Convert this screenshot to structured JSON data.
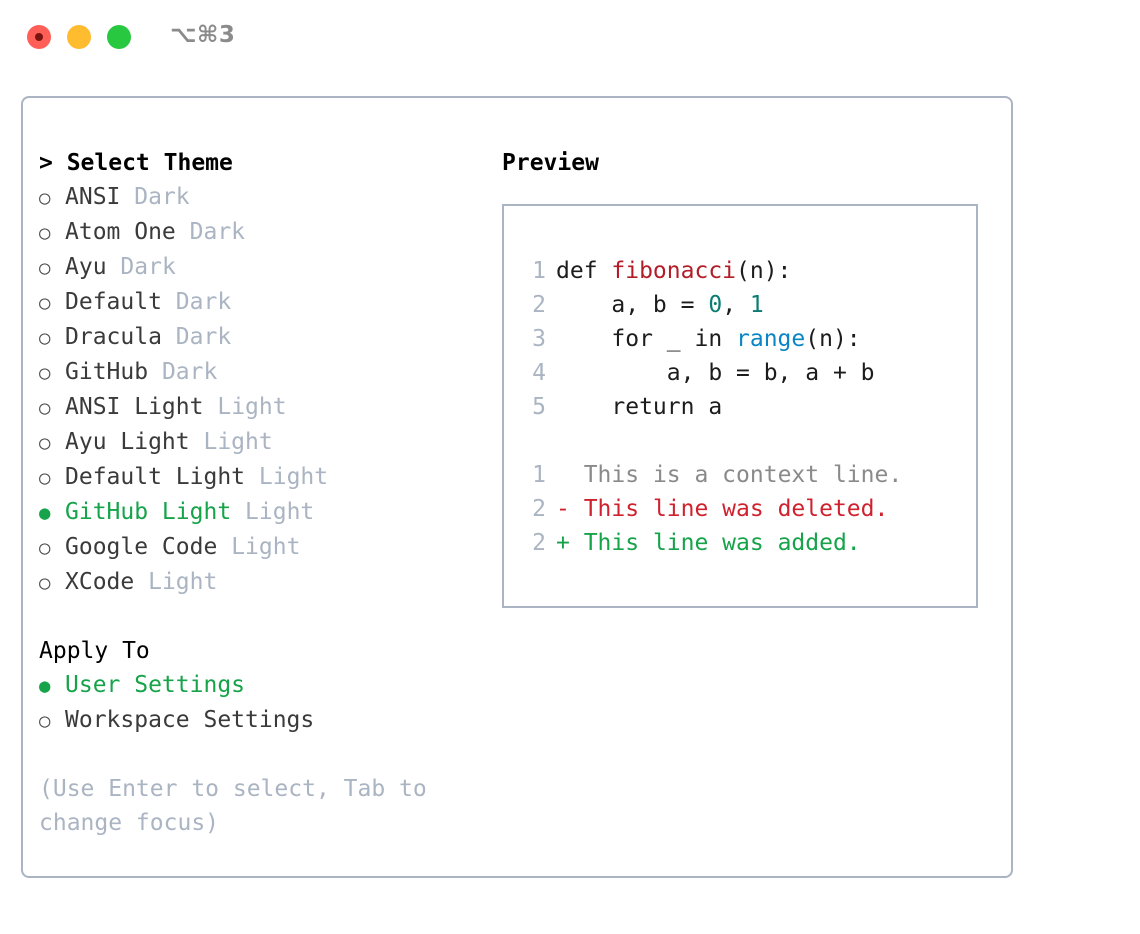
{
  "titlebar": {
    "shortcut": "⌥⌘3",
    "buttons": [
      "close",
      "minimize",
      "zoom"
    ]
  },
  "theme_section": {
    "heading": "> Select Theme",
    "glyph_selected": "●",
    "glyph_unselected": "○",
    "items": [
      {
        "name": "ANSI",
        "badge": "Dark",
        "selected": false
      },
      {
        "name": "Atom One",
        "badge": "Dark",
        "selected": false
      },
      {
        "name": "Ayu",
        "badge": "Dark",
        "selected": false
      },
      {
        "name": "Default",
        "badge": "Dark",
        "selected": false
      },
      {
        "name": "Dracula",
        "badge": "Dark",
        "selected": false
      },
      {
        "name": "GitHub",
        "badge": "Dark",
        "selected": false
      },
      {
        "name": "ANSI Light",
        "badge": "Light",
        "selected": false
      },
      {
        "name": "Ayu Light",
        "badge": "Light",
        "selected": false
      },
      {
        "name": "Default Light",
        "badge": "Light",
        "selected": false
      },
      {
        "name": "GitHub Light",
        "badge": "Light",
        "selected": true
      },
      {
        "name": "Google Code",
        "badge": "Light",
        "selected": false
      },
      {
        "name": "XCode",
        "badge": "Light",
        "selected": false
      }
    ]
  },
  "apply_section": {
    "heading": "Apply To",
    "items": [
      {
        "name": "User Settings",
        "selected": true
      },
      {
        "name": "Workspace Settings",
        "selected": false
      }
    ]
  },
  "hint": "(Use Enter to select, Tab to change focus)",
  "preview": {
    "heading": "Preview",
    "code_lines": [
      {
        "num": "1",
        "tokens": [
          {
            "text": "def ",
            "type": "plain"
          },
          {
            "text": "fibonacci",
            "type": "fn"
          },
          {
            "text": "(n):",
            "type": "plain"
          }
        ]
      },
      {
        "num": "2",
        "tokens": [
          {
            "text": "    a, b = ",
            "type": "plain"
          },
          {
            "text": "0",
            "type": "num"
          },
          {
            "text": ", ",
            "type": "plain"
          },
          {
            "text": "1",
            "type": "num"
          }
        ]
      },
      {
        "num": "3",
        "tokens": [
          {
            "text": "    for _ in ",
            "type": "plain"
          },
          {
            "text": "range",
            "type": "builtin"
          },
          {
            "text": "(n):",
            "type": "plain"
          }
        ]
      },
      {
        "num": "4",
        "tokens": [
          {
            "text": "        a, b = b, a + b",
            "type": "plain"
          }
        ]
      },
      {
        "num": "5",
        "tokens": [
          {
            "text": "    return a",
            "type": "plain"
          }
        ]
      }
    ],
    "diff_lines": [
      {
        "num": "1",
        "marker": " ",
        "text": " This is a context line.",
        "kind": "ctx"
      },
      {
        "num": "2",
        "marker": "-",
        "text": " This line was deleted.",
        "kind": "del"
      },
      {
        "num": "2",
        "marker": "+",
        "text": " This line was added.",
        "kind": "add"
      }
    ]
  },
  "colors": {
    "accent_green": "#16a34a",
    "muted": "#aab4c2",
    "diff_delete": "#cf222e",
    "diff_add": "#16a34a",
    "syntax_function": "#b31d28",
    "syntax_number": "#0a7c72",
    "syntax_builtin": "#0a85c4"
  }
}
